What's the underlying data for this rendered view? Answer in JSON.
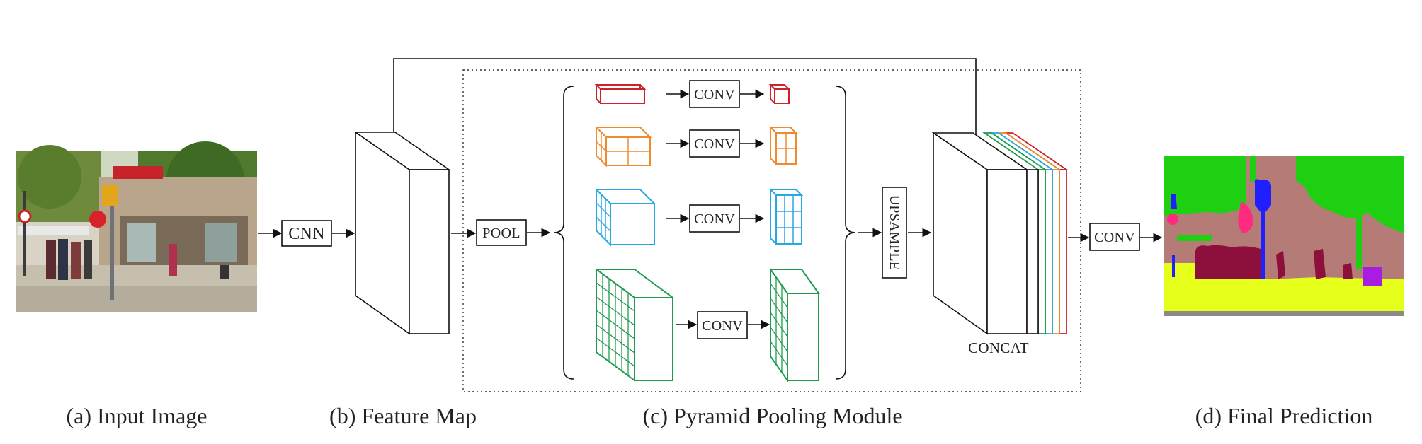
{
  "labels": {
    "cnn": "CNN",
    "pool": "POOL",
    "conv": "CONV",
    "upsample": "UPSAMPLE",
    "concat": "CONCAT",
    "final_conv": "CONV"
  },
  "captions": {
    "input": "(a) Input Image",
    "feature": "(b) Feature Map",
    "ppm": "(c) Pyramid Pooling Module",
    "final": "(d) Final Prediction"
  },
  "colors": {
    "level_1": "#d0202a",
    "level_2": "#ef8a2f",
    "level_3": "#26a9e0",
    "level_4": "#1f9a4f",
    "seg_green": "#1fcf12",
    "seg_road": "#e6ff1a",
    "seg_building": "#b57b76",
    "seg_person": "#8c0f3c",
    "seg_pole": "#1f1fff",
    "seg_pink": "#ff2b7f",
    "seg_purple": "#a81ee0"
  }
}
